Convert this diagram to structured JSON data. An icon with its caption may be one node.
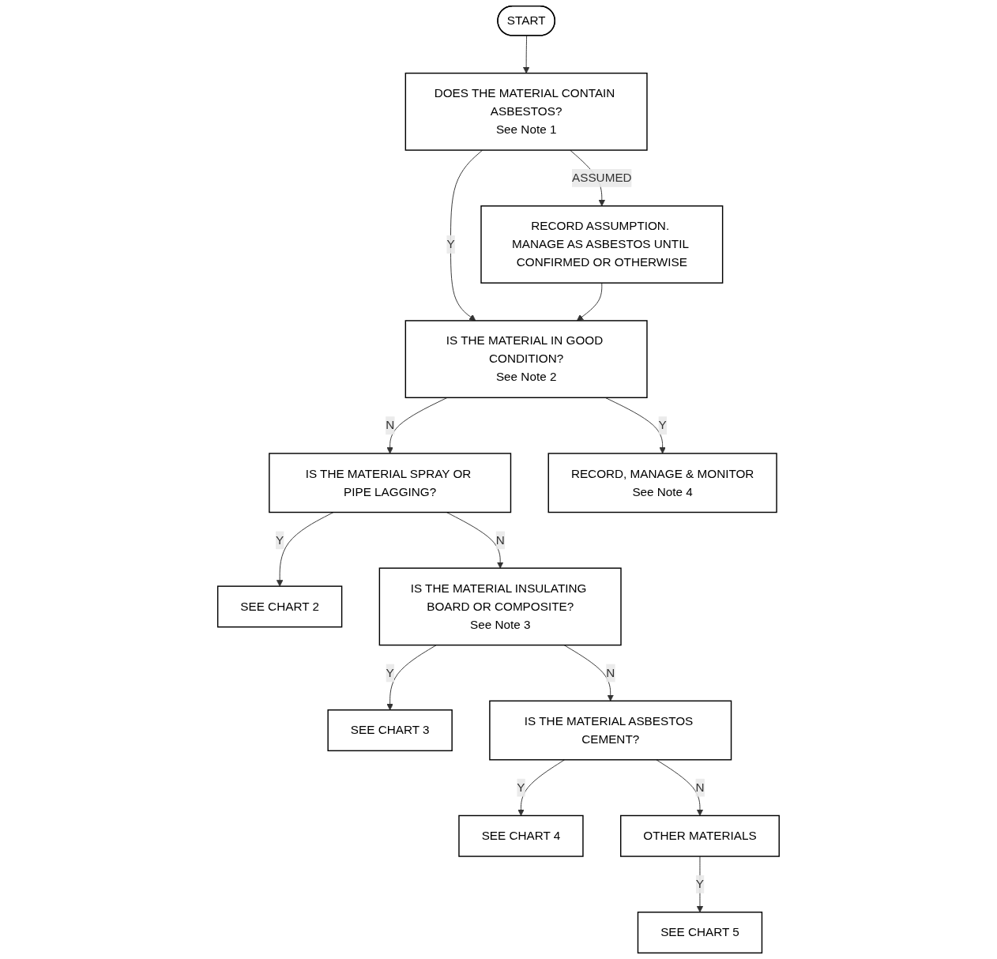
{
  "diagram": {
    "nodes": [
      {
        "text": [
          "START"
        ]
      },
      {
        "text": [
          "DOES THE MATERIAL CONTAIN ASBESTOS?",
          "See Note 1"
        ]
      },
      {
        "text": [
          "RECORD ASSUMPTION. MANAGE AS ASBESTOS UNTIL CONFIRMED OR OTHERWISE"
        ]
      },
      {
        "text": [
          "IS THE MATERIAL IN GOOD CONDITION?",
          "See Note 2"
        ]
      },
      {
        "text": [
          "IS THE MATERIAL SPRAY OR PIPE LAGGING?"
        ]
      },
      {
        "text": [
          "SEE CHART 2"
        ]
      },
      {
        "text": [
          "IS THE MATERIAL INSULATING BOARD OR COMPOSITE?",
          "See Note 3"
        ]
      },
      {
        "text": [
          "SEE CHART 3"
        ]
      },
      {
        "text": [
          "IS THE MATERIAL ASBESTOS CEMENT?"
        ]
      },
      {
        "text": [
          "SEE CHART 4"
        ]
      },
      {
        "text": [
          "OTHER MATERIALS"
        ]
      },
      {
        "text": [
          "SEE CHART 5"
        ]
      },
      {
        "text": [
          "RECORD, MANAGE & MONITOR",
          "See Note 4"
        ]
      }
    ],
    "edges": [
      {
        "from": 0,
        "to": 1,
        "arrow": "to"
      },
      {
        "from": 1,
        "to": 2,
        "label": "ASSUMED",
        "arrow": "to"
      },
      {
        "from": 1,
        "to": 3,
        "label": "Y",
        "arrow": "to"
      },
      {
        "from": 2,
        "to": 3,
        "arrow": "to"
      },
      {
        "from": 3,
        "to": 12,
        "label": "Y",
        "arrow": "to"
      },
      {
        "from": 3,
        "to": 4,
        "label": "N",
        "arrow": "to"
      },
      {
        "from": 4,
        "to": 5,
        "label": "Y",
        "arrow": "to"
      },
      {
        "from": 4,
        "to": 6,
        "label": "N",
        "arrow": "to"
      },
      {
        "from": 6,
        "to": 7,
        "label": "Y",
        "arrow": "to"
      },
      {
        "from": 6,
        "to": 8,
        "label": "N",
        "arrow": "to"
      },
      {
        "from": 8,
        "to": 9,
        "label": "Y",
        "arrow": "to"
      },
      {
        "from": 8,
        "to": 10,
        "label": "N",
        "arrow": "to"
      },
      {
        "from": 10,
        "to": 11,
        "label": "Y",
        "arrow": "to"
      }
    ]
  }
}
